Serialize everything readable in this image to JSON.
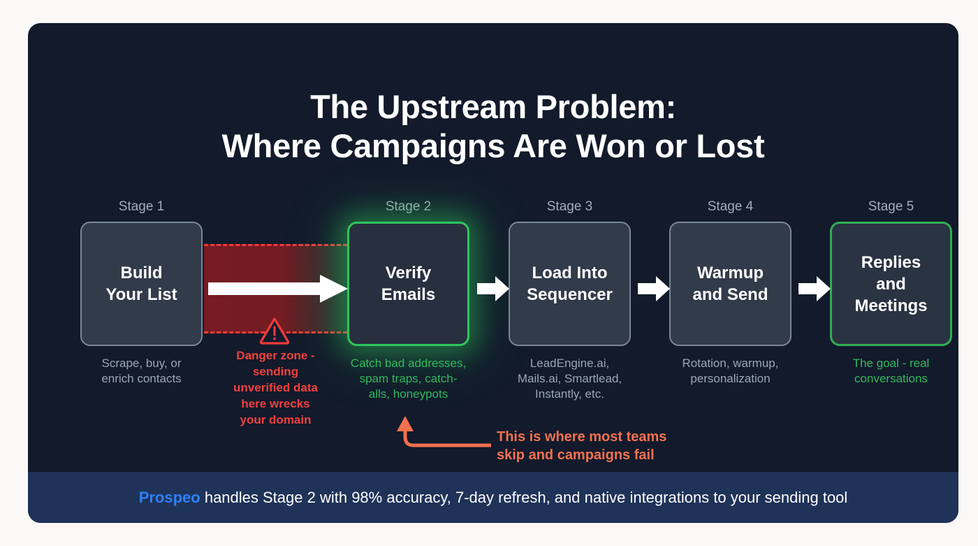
{
  "title": {
    "line1": "The Upstream Problem:",
    "line2": "Where Campaigns Are Won or Lost"
  },
  "stages": [
    {
      "label": "Stage 1",
      "name": "Build\nYour List",
      "name_line1": "Build",
      "name_line2": "Your List",
      "sub_line1": "Scrape, buy, or",
      "sub_line2": "enrich contacts"
    },
    {
      "label": "Stage 2",
      "name_line1": "Verify",
      "name_line2": "Emails",
      "sub_line1": "Catch bad addresses,",
      "sub_line2": "spam traps, catch-",
      "sub_line3": "alls, honeypots"
    },
    {
      "label": "Stage 3",
      "name_line1": "Load Into",
      "name_line2": "Sequencer",
      "sub_line1": "LeadEngine.ai,",
      "sub_line2": "Mails.ai, Smartlead,",
      "sub_line3": "Instantly, etc."
    },
    {
      "label": "Stage 4",
      "name_line1": "Warmup",
      "name_line2": "and Send",
      "sub_line1": "Rotation, warmup,",
      "sub_line2": "personalization"
    },
    {
      "label": "Stage 5",
      "name_line1": "Replies",
      "name_line2": "and",
      "name_line3": "Meetings",
      "sub_line1": "The goal - real",
      "sub_line2": "conversations"
    }
  ],
  "danger": {
    "line1": "Danger zone -",
    "line2": "sending",
    "line3": "unverified data",
    "line4": "here wrecks",
    "line5": "your domain"
  },
  "callout": {
    "line1": "This is where most teams",
    "line2": "skip and campaigns fail"
  },
  "footer": {
    "brand": "Prospeo",
    "text": " handles Stage 2 with 98% accuracy, 7-day refresh, and native integrations to your sending tool"
  },
  "colors": {
    "card_bg": "#121A2B",
    "box_fill": "#323B4A",
    "box_border": "#7B8797",
    "accent_green": "#2FC55B",
    "danger_red": "#EF3B39",
    "callout_orange": "#F4714F",
    "brand_blue": "#2E80FA",
    "footer_bg": "#1F3258"
  }
}
